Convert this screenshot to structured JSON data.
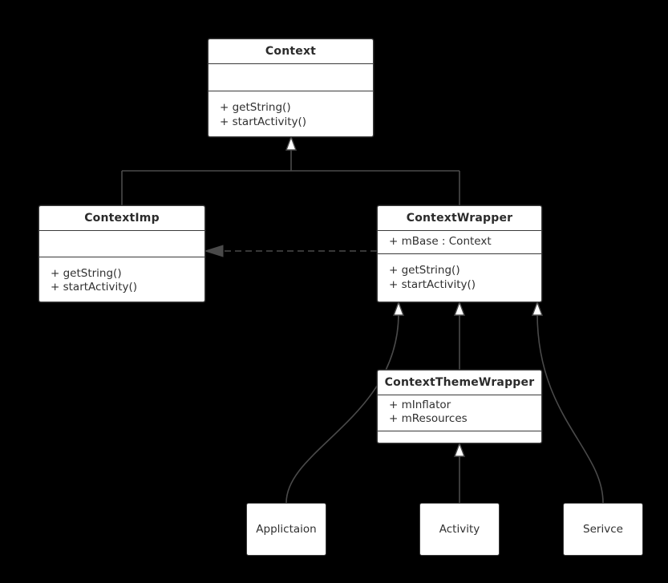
{
  "diagram": {
    "type": "uml-class-diagram",
    "background_color": "#000000",
    "box_fill": "#ffffff",
    "line_color": "#4a4a4a",
    "text_color": "#303030",
    "classes": [
      {
        "id": "context",
        "name": "Context",
        "attributes": [],
        "methods": [
          "+ getString()",
          "+ startActivity()"
        ]
      },
      {
        "id": "context-imp",
        "name": "ContextImp",
        "attributes": [],
        "methods": [
          "+ getString()",
          "+ startActivity()"
        ]
      },
      {
        "id": "context-wrapper",
        "name": "ContextWrapper",
        "attributes": [
          "+ mBase : Context"
        ],
        "methods": [
          "+ getString()",
          "+ startActivity()"
        ]
      },
      {
        "id": "context-theme-wrapper",
        "name": "ContextThemeWrapper",
        "attributes": [
          "+ mInflator",
          "+ mResources"
        ],
        "methods": []
      }
    ],
    "leaf_classes": [
      {
        "id": "application",
        "name": "Applictaion"
      },
      {
        "id": "activity",
        "name": "Activity"
      },
      {
        "id": "service",
        "name": "Serivce"
      }
    ],
    "relationships": [
      {
        "from": "ContextImp",
        "to": "Context",
        "kind": "generalization"
      },
      {
        "from": "ContextWrapper",
        "to": "Context",
        "kind": "generalization"
      },
      {
        "from": "ContextWrapper",
        "to": "ContextImp",
        "kind": "dependency"
      },
      {
        "from": "ContextThemeWrapper",
        "to": "ContextWrapper",
        "kind": "generalization"
      },
      {
        "from": "Applictaion",
        "to": "ContextWrapper",
        "kind": "generalization"
      },
      {
        "from": "Serivce",
        "to": "ContextWrapper",
        "kind": "generalization"
      },
      {
        "from": "Activity",
        "to": "ContextThemeWrapper",
        "kind": "generalization"
      }
    ]
  }
}
